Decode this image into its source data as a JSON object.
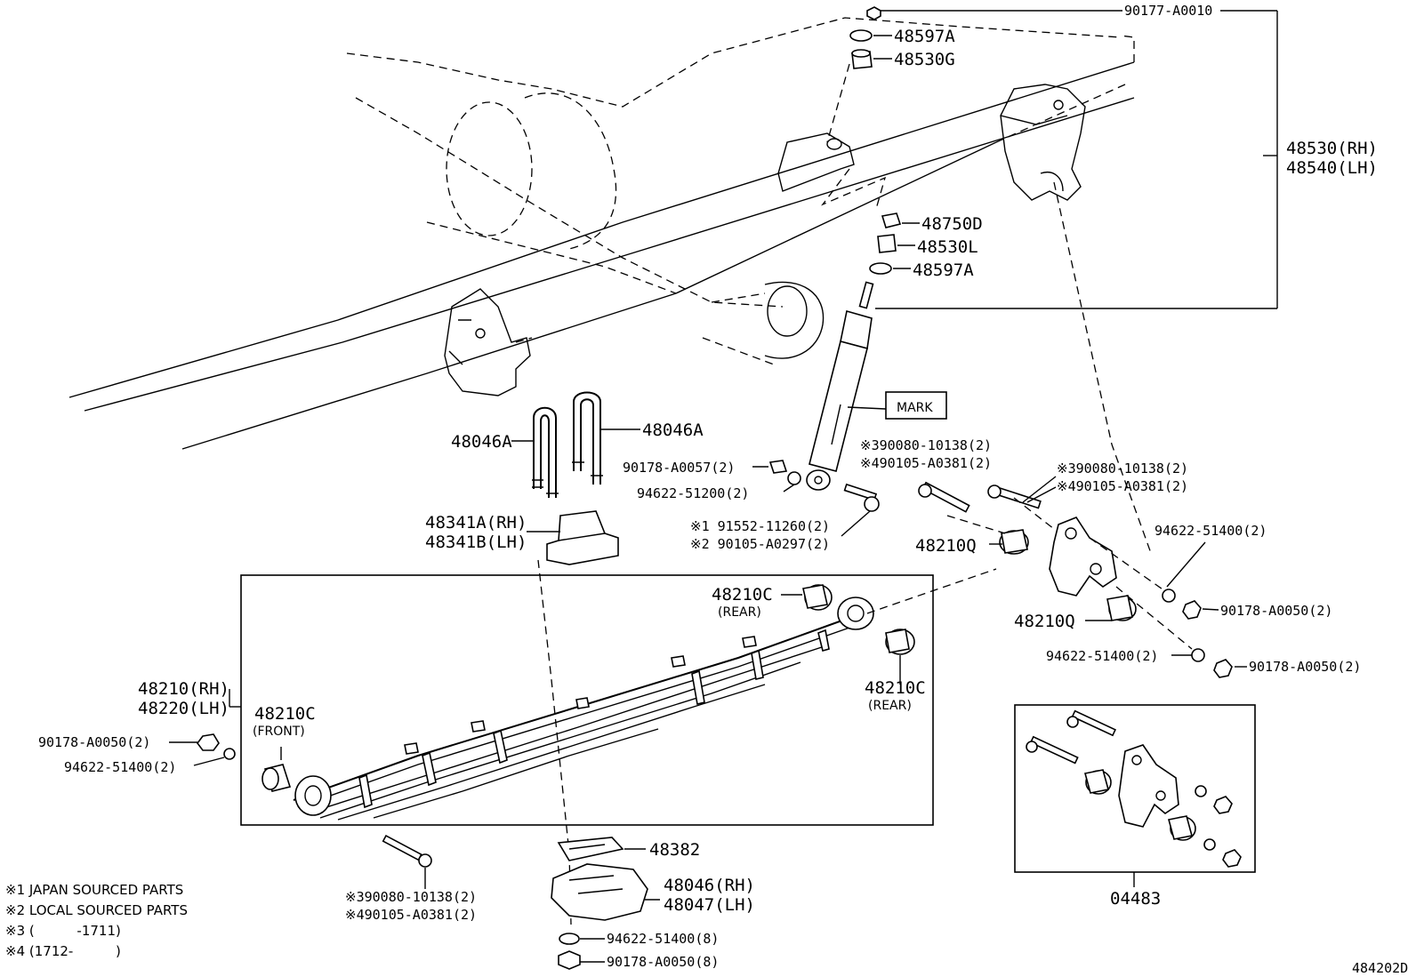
{
  "figure_id": "484202D",
  "labels": {
    "p90177": "90177-A0010",
    "p48597a_top": "48597A",
    "p48530g": "48530G",
    "p48530rh": "48530(RH)",
    "p48540lh": "48540(LH)",
    "p48750d": "48750D",
    "p48530l": "48530L",
    "p48597a_low": "48597A",
    "mark": "MARK",
    "p48046a_l": "48046A",
    "p48046a_r": "48046A",
    "p90178_57": "90178-A0057(2)",
    "p94622_51200": "94622-51200(2)",
    "s1_91552": "※1 91552-11260(2)",
    "s2_90105": "※2 90105-A0297(2)",
    "s3_390080_a": "※390080-10138(2)",
    "s4_490105_a": "※490105-A0381(2)",
    "s3_390080_b": "※390080-10138(2)",
    "s4_490105_b": "※490105-A0381(2)",
    "p48341a": "48341A(RH)",
    "p48341b": "48341B(LH)",
    "p48210q_a": "48210Q",
    "p94622_514_a": "94622-51400(2)",
    "p90178_50_a": "90178-A0050(2)",
    "p48210q_b": "48210Q",
    "p94622_514_b": "94622-51400(2)",
    "p90178_50_b": "90178-A0050(2)",
    "p48210c_rear_top": "48210C",
    "rear_a": "(REAR)",
    "p48210c_rear_r": "48210C",
    "rear_b": "(REAR)",
    "p48210rh": "48210(RH)",
    "p48220lh": "48220(LH)",
    "p48210c_front": "48210C",
    "front": "(FRONT)",
    "p90178_50_c": "90178-A0050(2)",
    "p94622_514_c": "94622-51400(2)",
    "p48382": "48382",
    "p48046rh": "48046(RH)",
    "p48047lh": "48047(LH)",
    "p94622_514_8": "94622-51400(8)",
    "p90178_50_8": "90178-A0050(8)",
    "s3_390080_c": "※390080-10138(2)",
    "s4_490105_c": "※490105-A0381(2)",
    "kit": "04483"
  },
  "notes": [
    "※1 JAPAN SOURCED PARTS",
    "※2 LOCAL SOURCED PARTS",
    "※3 (          -1711)",
    "※4 (1712-          )"
  ]
}
